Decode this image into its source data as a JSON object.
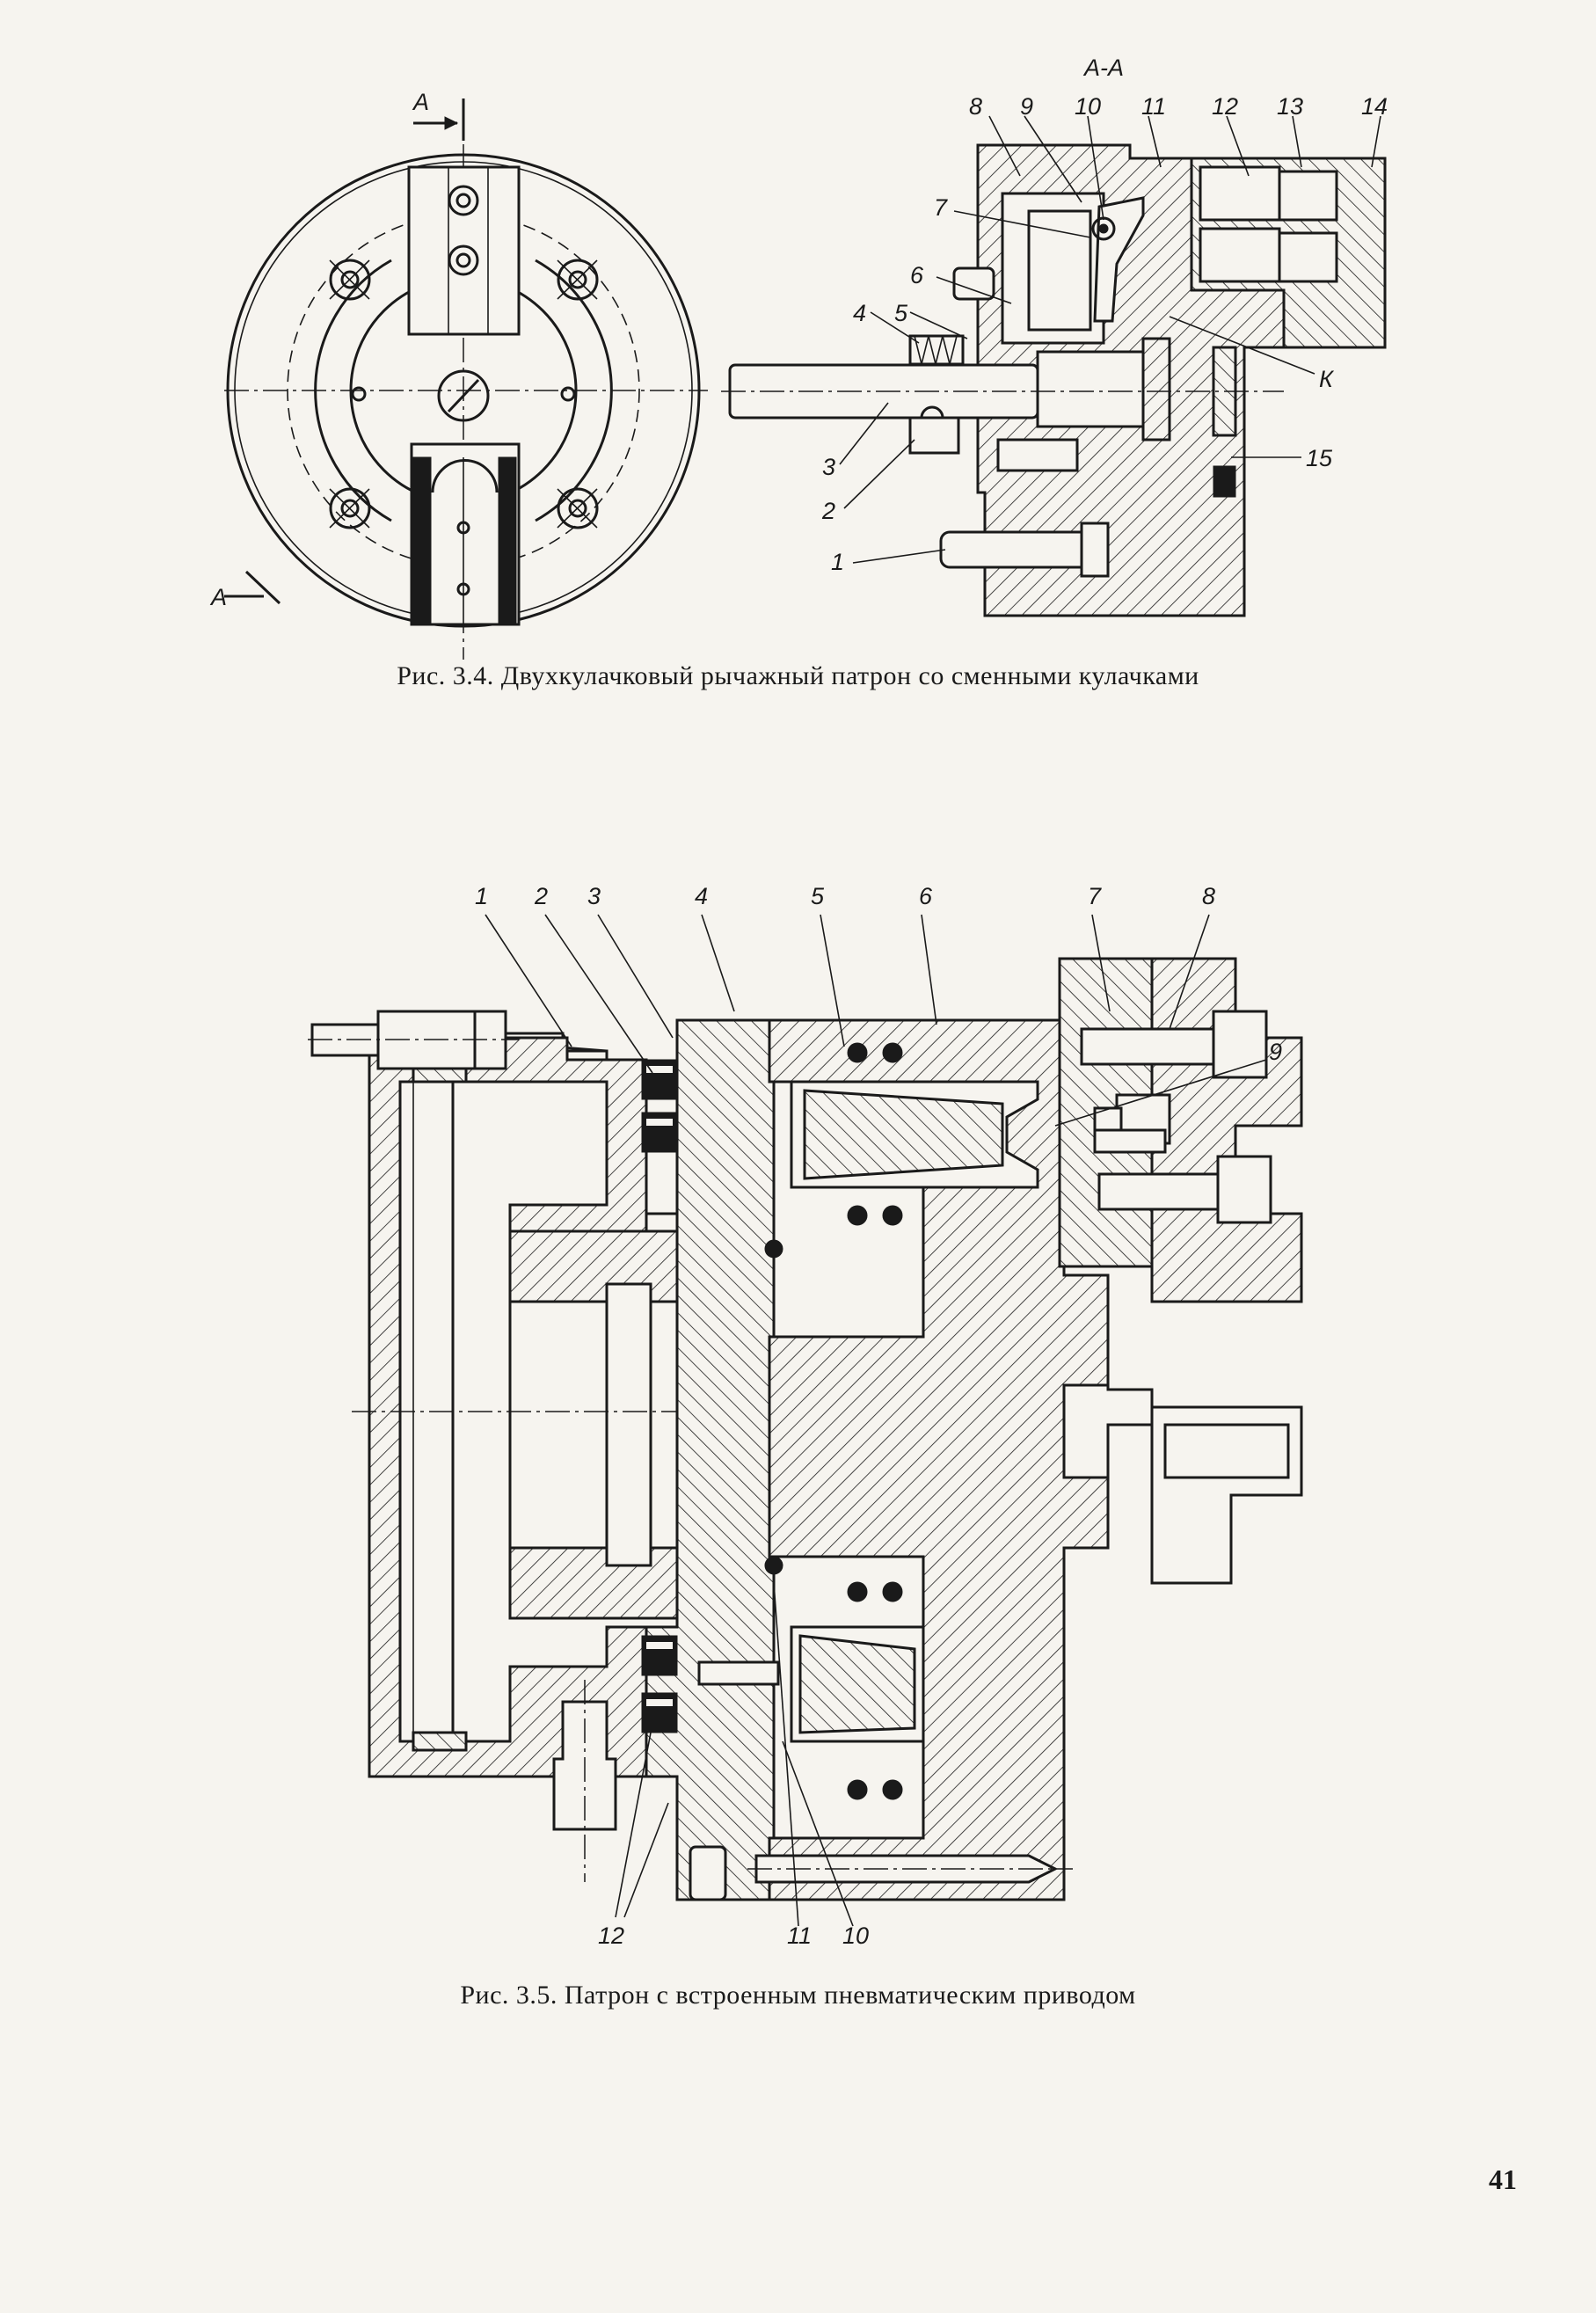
{
  "figure_34": {
    "section_label": "А-А",
    "arrow_label_top": "А",
    "arrow_label_bottom": "А",
    "callouts": [
      "8",
      "9",
      "10",
      "11",
      "12",
      "13",
      "14",
      "7",
      "6",
      "4",
      "5",
      "К",
      "3",
      "15",
      "2",
      "1"
    ],
    "caption": "Рис. 3.4. Двухкулачковый рычажный патрон со сменными кулачками"
  },
  "figure_35": {
    "callouts": [
      "1",
      "2",
      "3",
      "4",
      "5",
      "6",
      "7",
      "8",
      "9",
      "12",
      "11",
      "10"
    ],
    "caption": "Рис. 3.5. Патрон с встроенным пневматическим приводом"
  },
  "page_number": "41"
}
